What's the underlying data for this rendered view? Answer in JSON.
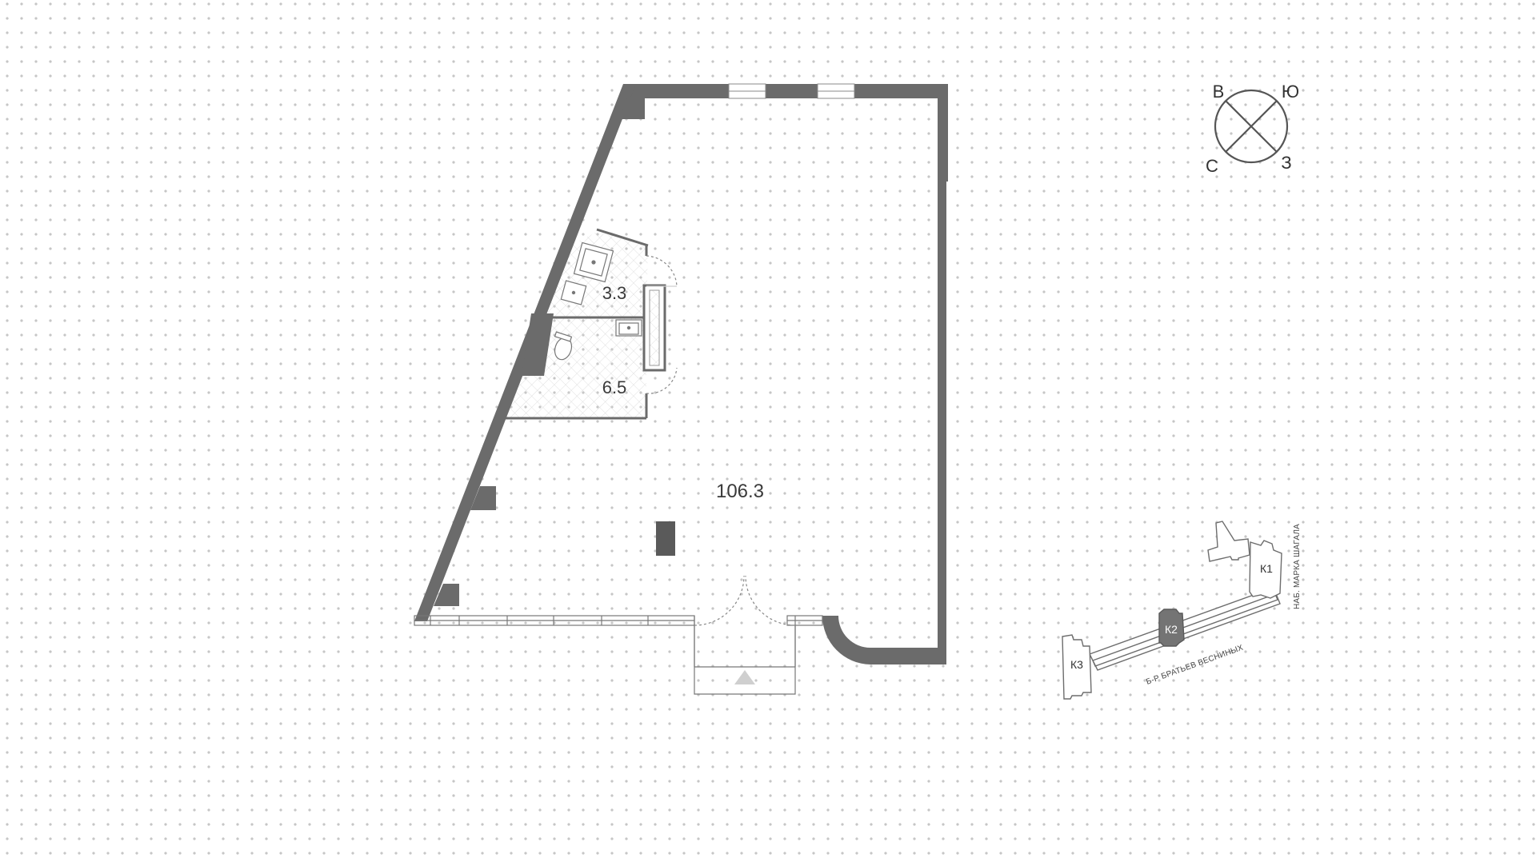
{
  "plan": {
    "main_room_area": "106.3",
    "bathroom_area": "6.5",
    "toilet_area": "3.3"
  },
  "compass": {
    "north": "С",
    "south": "Ю",
    "east": "В",
    "west": "З"
  },
  "site_map": {
    "buildings": [
      {
        "label": "К1",
        "active": false
      },
      {
        "label": "К2",
        "active": true
      },
      {
        "label": "К3",
        "active": false
      }
    ],
    "streets": [
      "НАБ. МАРКА ШАГАЛА",
      "Б-Р БРАТЬЕВ ВЕСНИНЫХ"
    ]
  },
  "colors": {
    "wall": "#6b6b6b",
    "wall_dark": "#5a5a5a",
    "dot_grid": "#c6c6c6",
    "active_building": "#747474"
  },
  "icons": [
    "entrance-arrow-icon",
    "compass-icon"
  ]
}
